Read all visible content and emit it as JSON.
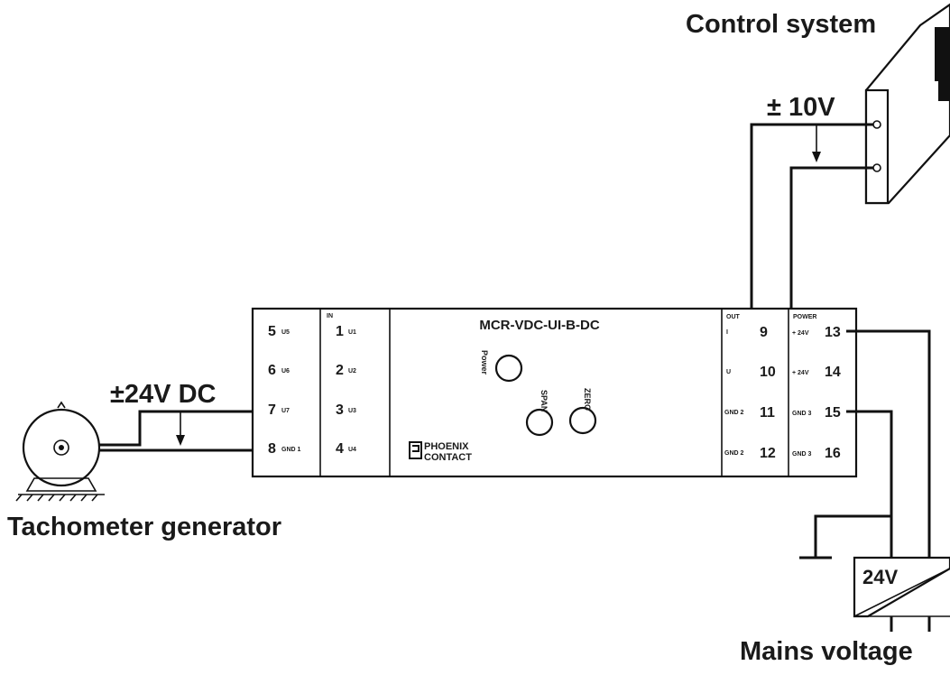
{
  "labels": {
    "control_system": "Control system",
    "output_voltage": "± 10V",
    "input_voltage": "±24V DC",
    "tachometer": "Tachometer generator",
    "psu_voltage": "24V",
    "mains": "Mains voltage"
  },
  "module": {
    "model": "MCR-VDC-UI-B-DC",
    "brand_line1": "PHOENIX",
    "brand_line2": "CONTACT",
    "knobs": {
      "power": "Power",
      "span": "SPAN",
      "zero": "ZERO"
    },
    "headers": {
      "in": "IN",
      "out": "OUT",
      "power": "POWER"
    },
    "left_terminals": [
      {
        "num": "5",
        "tag": "U5"
      },
      {
        "num": "6",
        "tag": "U6"
      },
      {
        "num": "7",
        "tag": "U7"
      },
      {
        "num": "8",
        "tag": "GND 1"
      }
    ],
    "in_terminals": [
      {
        "num": "1",
        "tag": "U1"
      },
      {
        "num": "2",
        "tag": "U2"
      },
      {
        "num": "3",
        "tag": "U3"
      },
      {
        "num": "4",
        "tag": "U4"
      }
    ],
    "out_terminals": [
      {
        "tag": "I",
        "num": "9"
      },
      {
        "tag": "U",
        "num": "10"
      },
      {
        "tag": "GND 2",
        "num": "11"
      },
      {
        "tag": "GND 2",
        "num": "12"
      }
    ],
    "power_terminals": [
      {
        "tag": "+ 24V",
        "num": "13"
      },
      {
        "tag": "+ 24V",
        "num": "14"
      },
      {
        "tag": "GND 3",
        "num": "15"
      },
      {
        "tag": "GND 3",
        "num": "16"
      }
    ]
  }
}
